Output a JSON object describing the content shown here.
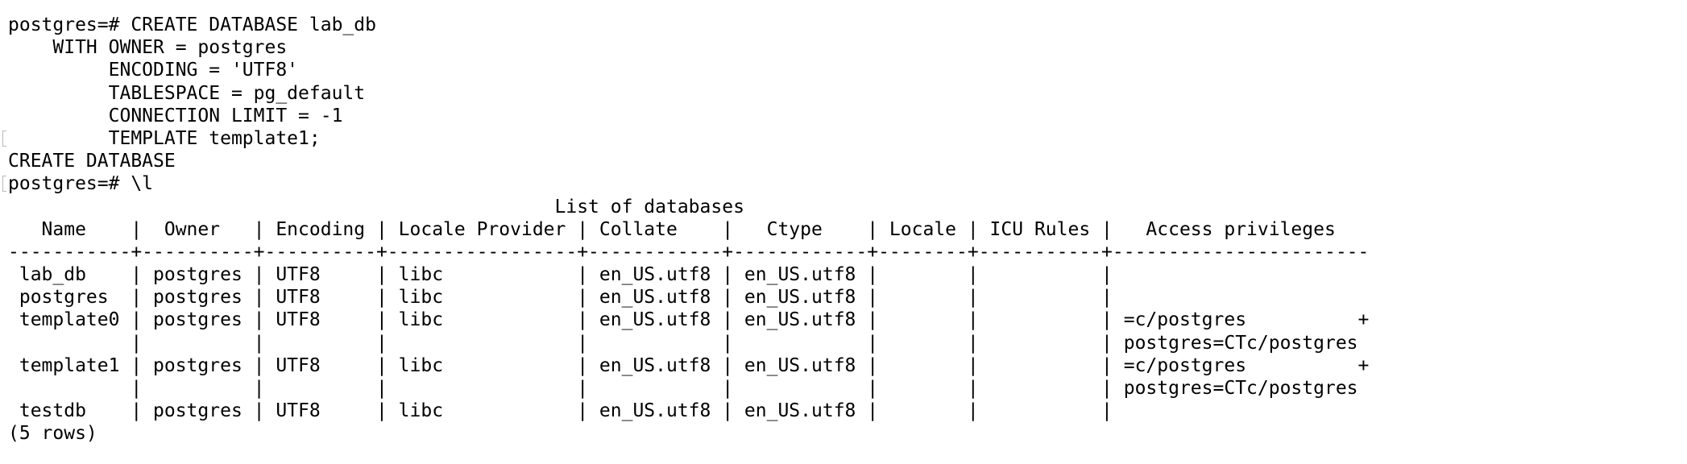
{
  "terminal": {
    "lines": [
      "postgres=# CREATE DATABASE lab_db",
      "    WITH OWNER = postgres",
      "         ENCODING = 'UTF8'",
      "         TABLESPACE = pg_default",
      "         CONNECTION LIMIT = -1",
      "         TEMPLATE template1;",
      "CREATE DATABASE",
      "postgres=# \\l",
      "                                                 List of databases",
      "   Name    |  Owner   | Encoding | Locale Provider | Collate    |   Ctype    | Locale | ICU Rules |   Access privileges",
      "-----------+----------+----------+-----------------+------------+------------+--------+-----------+-----------------------",
      " lab_db    | postgres | UTF8     | libc            | en_US.utf8 | en_US.utf8 |        |           |",
      " postgres  | postgres | UTF8     | libc            | en_US.utf8 | en_US.utf8 |        |           |",
      " template0 | postgres | UTF8     | libc            | en_US.utf8 | en_US.utf8 |        |           | =c/postgres          +",
      "           |          |          |                 |            |            |        |           | postgres=CTc/postgres",
      " template1 | postgres | UTF8     | libc            | en_US.utf8 | en_US.utf8 |        |           | =c/postgres          +",
      "           |          |          |                 |            |            |        |           | postgres=CTc/postgres",
      " testdb    | postgres | UTF8     | libc            | en_US.utf8 | en_US.utf8 |        |           |",
      "(5 rows)"
    ]
  }
}
